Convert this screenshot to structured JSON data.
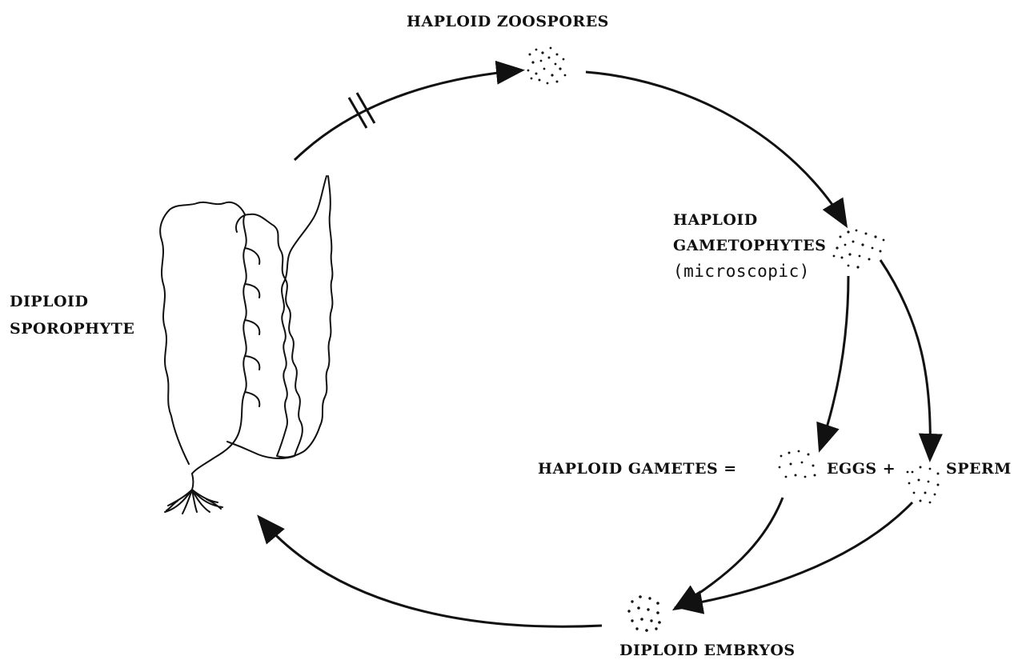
{
  "labels": {
    "haploid_zoospores": "HAPLOID ZOOSPORES",
    "haploid_gametophytes_line1": "HAPLOID",
    "haploid_gametophytes_line2": "GAMETOPHYTES",
    "haploid_gametophytes_line3": "(microscopic)",
    "diploid_sporophyte_line1": "DIPLOID",
    "diploid_sporophyte_line2": "SPOROPHYTE",
    "haploid_gametes": "HAPLOID GAMETES =",
    "eggs": "EGGS +",
    "sperm": "SPERM",
    "diploid_embryos": "DIPLOID EMBRYOS"
  },
  "colors": {
    "ink": "#111111",
    "background": "#ffffff"
  }
}
